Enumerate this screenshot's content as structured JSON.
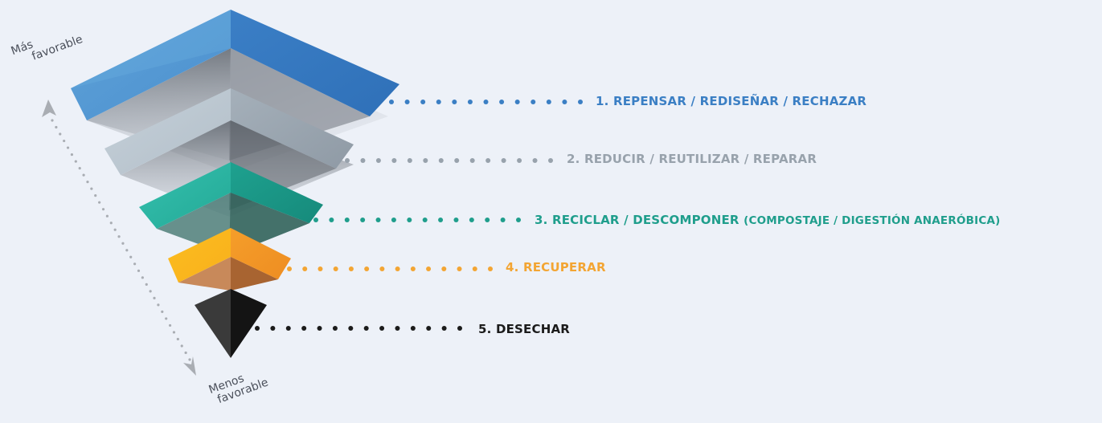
{
  "axis": {
    "top_line1": "Más",
    "top_line2": "favorable",
    "bottom_line1": "Menos",
    "bottom_line2": "favorable"
  },
  "tiers": [
    {
      "label": "1. REPENSAR / REDISEÑAR / RECHAZAR",
      "sub": "",
      "color": "#3b7fc4"
    },
    {
      "label": "2. REDUCIR / REUTILIZAR / REPARAR",
      "sub": "",
      "color": "#98a2ac"
    },
    {
      "label": "3. RECICLAR / DESCOMPONER ",
      "sub": "(COMPOSTAJE / DIGESTIÓN ANAERÓBICA)",
      "color": "#1f9e8c"
    },
    {
      "label": "4. RECUPERAR",
      "sub": "",
      "color": "#f3a533"
    },
    {
      "label": "5. DESECHAR",
      "sub": "",
      "color": "#1b1b1b"
    }
  ],
  "colors": {
    "background": "#edf1f8",
    "axis_dots": "#a9adb3"
  }
}
